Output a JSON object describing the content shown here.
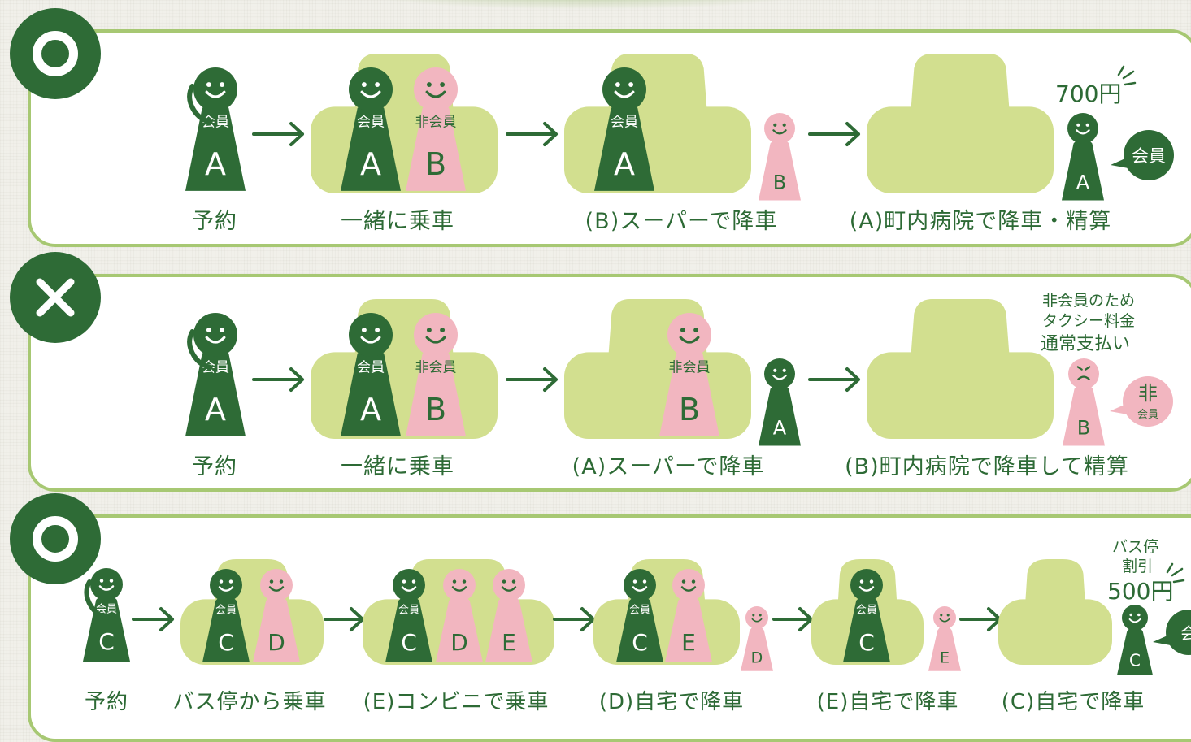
{
  "colors": {
    "member": "#2e6b36",
    "nonmember": "#f2b6c0",
    "car": "#d2df8f",
    "frame": "#a7c873",
    "text": "#2d6a35"
  },
  "rows": [
    {
      "marker": "ok-circle-icon",
      "steps": [
        "予約",
        "一緒に乗車",
        "(B)スーパーで降車",
        "(A)町内病院で降車・精算"
      ],
      "price": "700円",
      "badge": "会員"
    },
    {
      "marker": "ng-cross-icon",
      "steps": [
        "予約",
        "一緒に乗車",
        "(A)スーパーで降車",
        "(B)町内病院で降車して精算"
      ],
      "note": [
        "非会員のため",
        "タクシー料金",
        "通常支払い"
      ],
      "badge_top": "非",
      "badge_bottom": "会員"
    },
    {
      "marker": "ok-circle-icon",
      "steps": [
        "予約",
        "バス停から乗車",
        "(E)コンビニで乗車",
        "(D)自宅で降車",
        "(E)自宅で降車",
        "(C)自宅で降車"
      ],
      "note": [
        "バス停",
        "割引"
      ],
      "price": "500円",
      "badge": "会"
    }
  ],
  "figures": {
    "member": "会員",
    "nonmember": "非会員",
    "A": "A",
    "B": "B",
    "C": "C",
    "D": "D",
    "E": "E"
  }
}
